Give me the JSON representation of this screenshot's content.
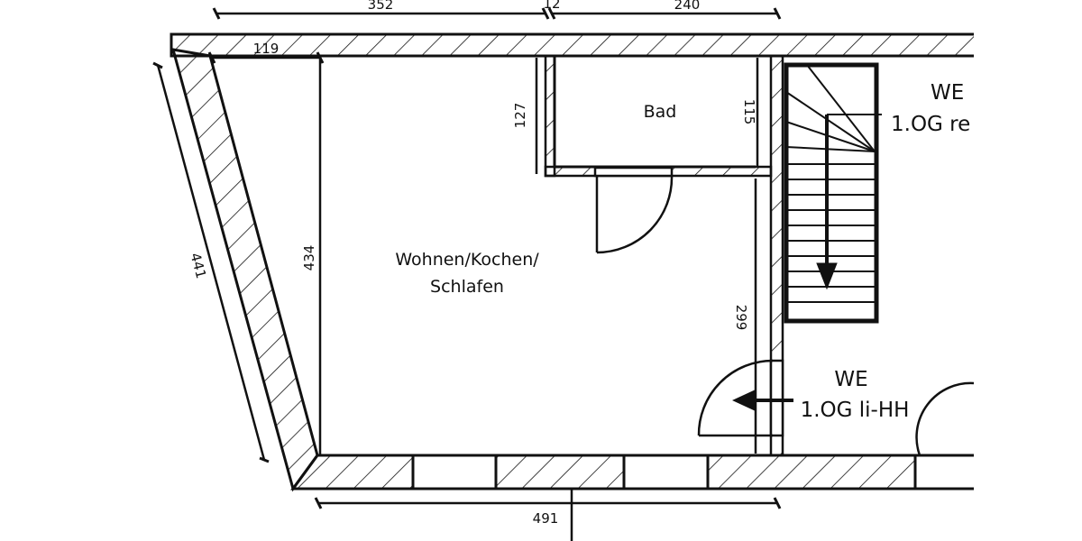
{
  "dimensions": {
    "top_left": "352",
    "top_mid": "12",
    "top_right": "240",
    "inner_top": "119",
    "bad_height": "127",
    "bad_height_inner": "115",
    "left_slant": "441",
    "room_height": "434",
    "partition": "299",
    "bottom": "491"
  },
  "rooms": {
    "bad": "Bad",
    "living_line1": "Wohnen/Kochen/",
    "living_line2": "Schlafen",
    "we_right_line1": "WE",
    "we_right_line2": "1.OG re",
    "we_left_line1": "WE",
    "we_left_line2": "1.OG li-HH"
  },
  "colors": {
    "line": "#111111",
    "background": "#ffffff"
  }
}
